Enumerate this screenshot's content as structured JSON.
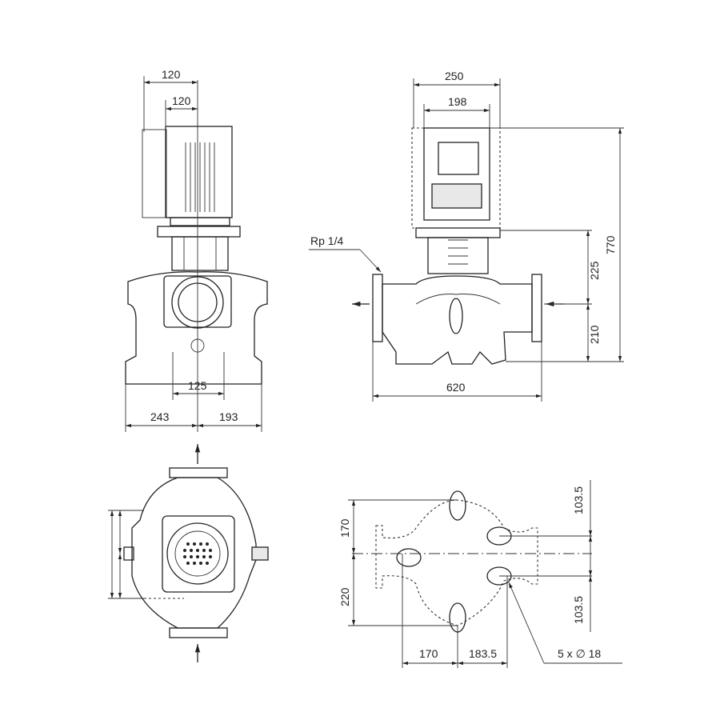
{
  "front_view": {
    "dim_motor_outer": "120",
    "dim_motor_inner": "120",
    "dim_outlet": "125",
    "dim_left": "243",
    "dim_right": "193"
  },
  "side_view": {
    "dim_motor_outer": "250",
    "dim_motor_inner": "198",
    "vent_label": "Rp 1/4",
    "dim_upper_height": "225",
    "dim_total_height": "770",
    "dim_lower_height": "210",
    "dim_length": "620"
  },
  "foot_plan": {
    "dim_top_offset": "103.5",
    "dim_bottom_offset": "103.5",
    "dim_upper": "170",
    "dim_lower": "220",
    "dim_left": "170",
    "dim_right": "183.5",
    "holes_label": "5 x ∅ 18"
  }
}
